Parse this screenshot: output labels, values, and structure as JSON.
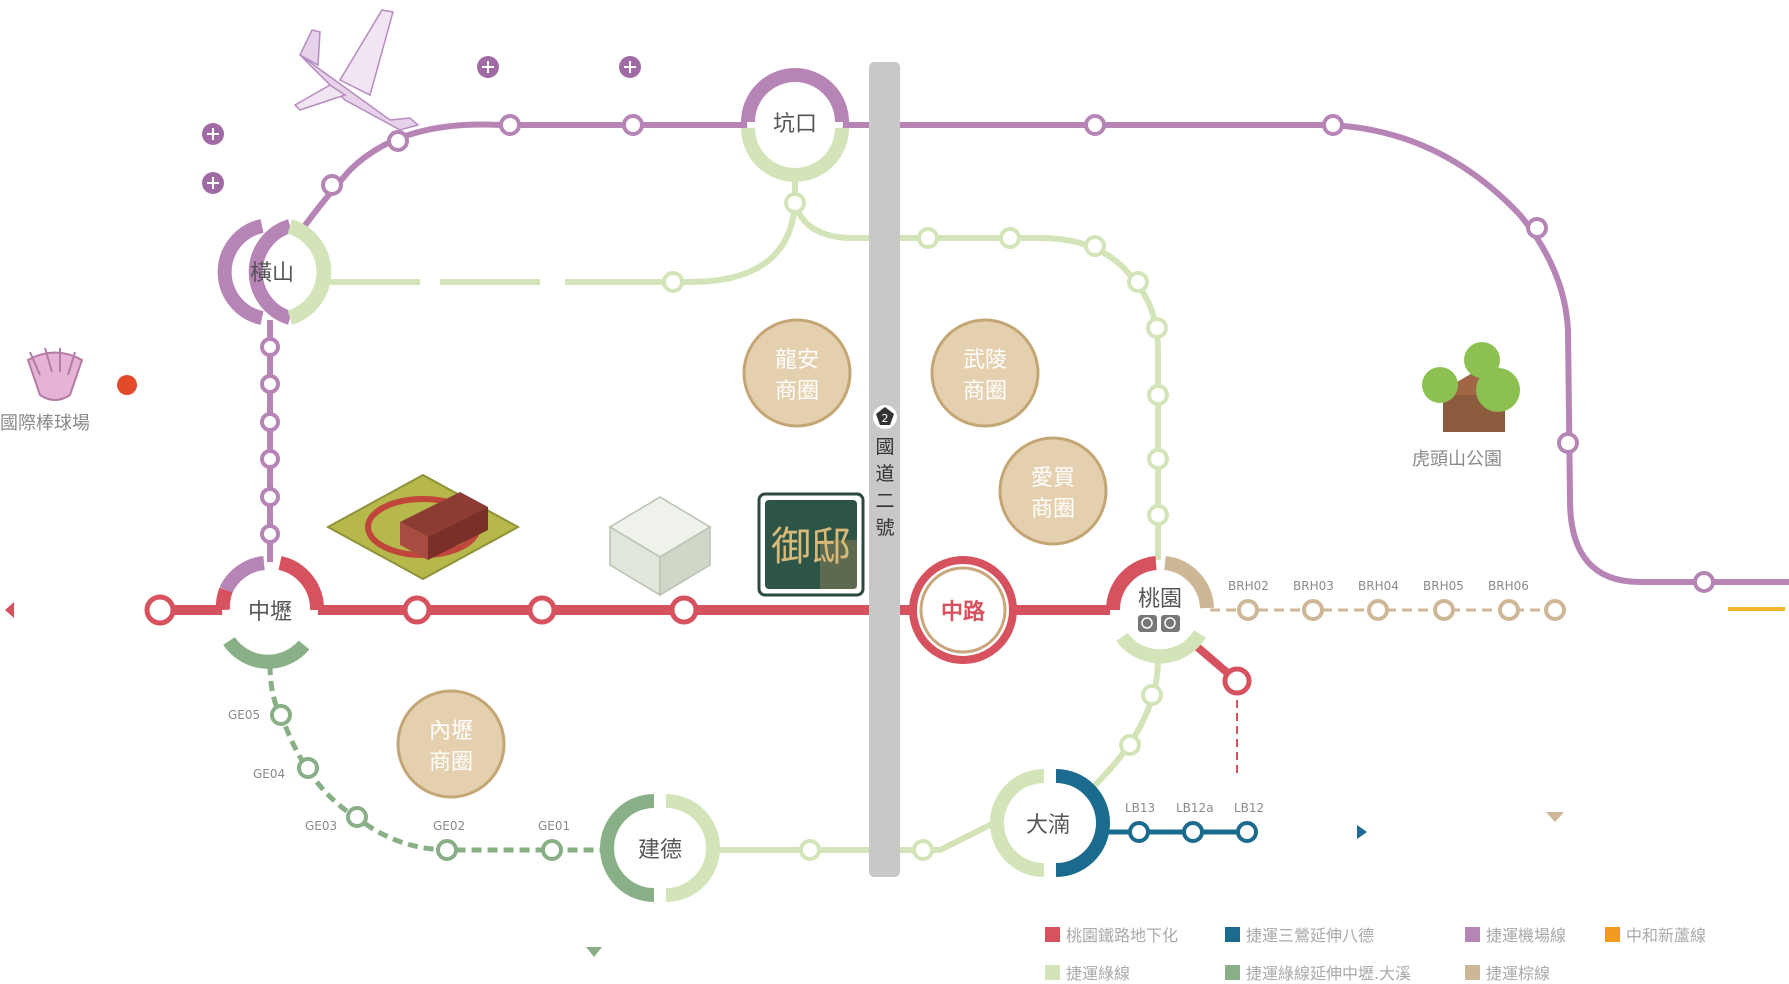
{
  "colors": {
    "red": "#d6525f",
    "airport": "#b784b6",
    "green": "#d3e4b9",
    "green_ext": "#88af85",
    "blue": "#1b6b8e",
    "brown": "#cdb796",
    "orange": "#f49b1f",
    "highway": "#c8c8c8",
    "zone_fill": "#e4d0af",
    "zone_stroke": "#c4a674"
  },
  "stations": {
    "zhongli": "中壢",
    "hengshan": "橫山",
    "kengkou": "坑口",
    "zhonglu": "中路",
    "taoyuan": "桃園",
    "jiande": "建德",
    "dahuan": "大湳"
  },
  "codes": {
    "ge": [
      "GE05",
      "GE04",
      "GE03",
      "GE02",
      "GE01"
    ],
    "brh": [
      "BRH02",
      "BRH03",
      "BRH04",
      "BRH05",
      "BRH06"
    ],
    "lb": [
      "LB13",
      "LB12a",
      "LB12"
    ]
  },
  "zones": {
    "longan": [
      "龍安",
      "商圈"
    ],
    "wuling": [
      "武陵",
      "商圈"
    ],
    "aimai": [
      "愛買",
      "商圈"
    ],
    "neili": [
      "內壢",
      "商圈"
    ]
  },
  "highway": {
    "number": "2",
    "name": [
      "國",
      "道",
      "二",
      "號"
    ]
  },
  "pois": {
    "baseball": "國際棒球場",
    "park": "虎頭山公園"
  },
  "site_logo": "御邸",
  "legend": [
    {
      "label": "桃園鐵路地下化",
      "color": "#d6525f"
    },
    {
      "label": "捷運三鶯延伸八德",
      "color": "#1b6b8e"
    },
    {
      "label": "捷運機場線",
      "color": "#b784b6"
    },
    {
      "label": "中和新蘆線",
      "color": "#f49b1f"
    },
    {
      "label": "捷運綠線",
      "color": "#d3e4b9"
    },
    {
      "label": "捷運綠線延伸中壢.大溪",
      "color": "#88af85"
    },
    {
      "label": "捷運棕線",
      "color": "#cdb796"
    }
  ]
}
